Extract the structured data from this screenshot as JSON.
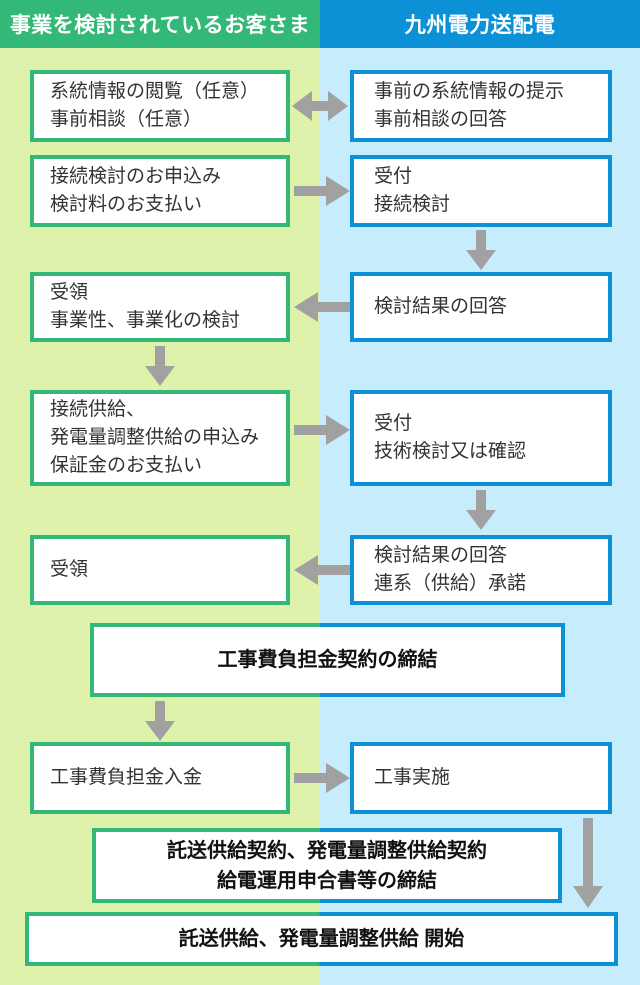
{
  "colors": {
    "green": "#34b878",
    "blue": "#0c90d6",
    "bg_green": "#dff2ab",
    "bg_blue": "#c7ecfb",
    "arrow_gray": "#a1a1a1",
    "box_text": "#333333",
    "header_text": "#ffffff"
  },
  "header": {
    "customer": "事業を検討されているお客さま",
    "utility": "九州電力送配電"
  },
  "flow": {
    "customer": [
      {
        "lines": [
          "系統情報の閲覧（任意）",
          "事前相談（任意）"
        ]
      },
      {
        "lines": [
          "接続検討のお申込み",
          "検討料のお支払い"
        ]
      },
      {
        "lines": [
          "受領",
          "事業性、事業化の検討"
        ]
      },
      {
        "lines": [
          "接続供給、",
          "発電量調整供給の申込み",
          "保証金のお支払い"
        ]
      },
      {
        "lines": [
          "受領"
        ]
      },
      {
        "lines": [
          "工事費負担金入金"
        ]
      }
    ],
    "utility": [
      {
        "lines": [
          "事前の系統情報の提示",
          "事前相談の回答"
        ]
      },
      {
        "lines": [
          "受付",
          "接続検討"
        ]
      },
      {
        "lines": [
          "検討結果の回答"
        ]
      },
      {
        "lines": [
          "受付",
          "技術検討又は確認"
        ]
      },
      {
        "lines": [
          "検討結果の回答",
          "連系（供給）承諾"
        ]
      },
      {
        "lines": [
          "工事実施"
        ]
      }
    ],
    "shared": [
      {
        "lines": [
          "工事費負担金契約の締結"
        ]
      },
      {
        "lines": [
          "託送供給契約、発電量調整供給契約",
          "給電運用申合書等の締結"
        ]
      },
      {
        "lines": [
          "託送供給、発電量調整供給 開始"
        ]
      }
    ]
  }
}
